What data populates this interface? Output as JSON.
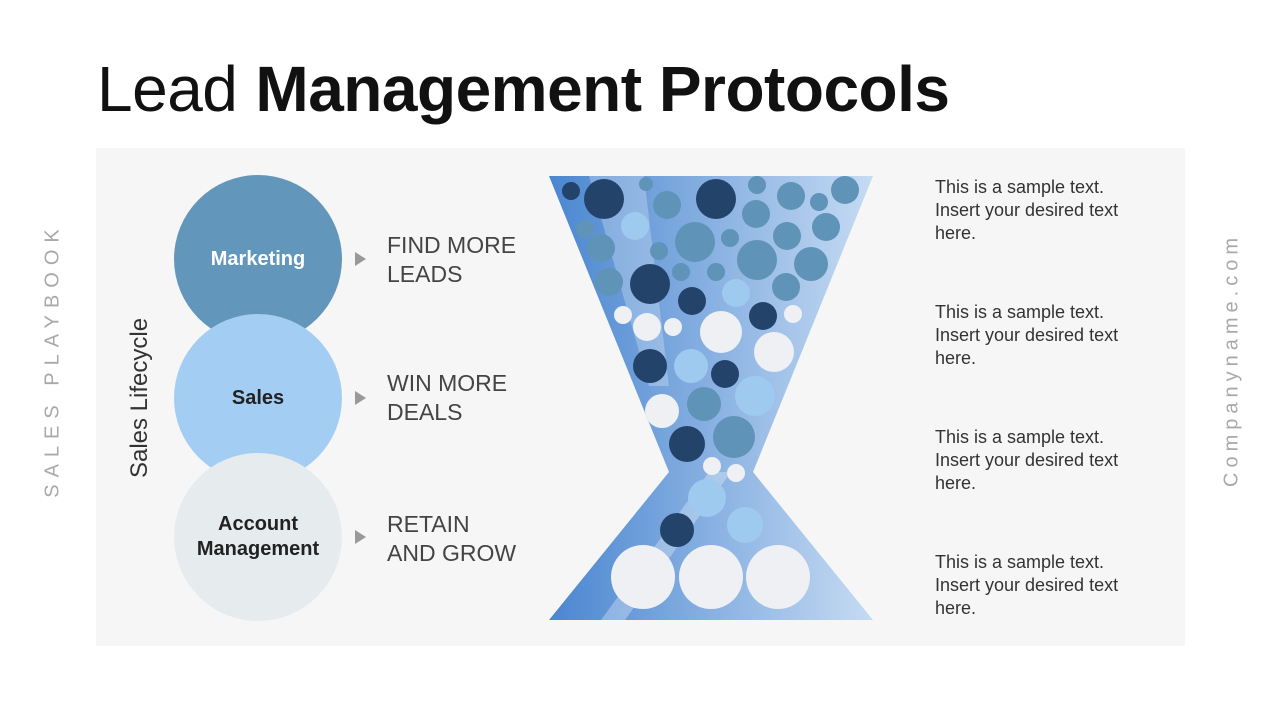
{
  "title": {
    "light": "Lead",
    "bold": "Management Protocols"
  },
  "side_left": "SALES PLAYBOOK",
  "side_right": "Companyname.com",
  "lifecycle_label": "Sales Lifecycle",
  "stages": [
    {
      "name": "Marketing",
      "action_line1": "FIND MORE",
      "action_line2": "LEADS",
      "color": "#6297bb"
    },
    {
      "name": "Sales",
      "action_line1": "WIN MORE",
      "action_line2": "DEALS",
      "color": "#a3cdf2"
    },
    {
      "name_line1": "Account",
      "name_line2": "Management",
      "action_line1": "RETAIN",
      "action_line2": "AND GROW",
      "color": "#e6ecee"
    }
  ],
  "descriptions": [
    {
      "line1": "This is a sample text.",
      "line2": "Insert your desired text",
      "line3": "here."
    },
    {
      "line1": "This is a sample text.",
      "line2": "Insert your desired text",
      "line3": "here."
    },
    {
      "line1": "This is a sample text.",
      "line2": "Insert your desired text",
      "line3": "here."
    },
    {
      "line1": "This is a sample text.",
      "line2": "Insert your desired text",
      "line3": "here."
    }
  ],
  "colors": {
    "funnel_dark": "#4a86d0",
    "funnel_light": "#c6dbf3",
    "bubble_navy": "#24436b",
    "bubble_steel": "#5f93b8",
    "bubble_sky": "#9fcaf0",
    "bubble_white": "#eef0f3"
  }
}
